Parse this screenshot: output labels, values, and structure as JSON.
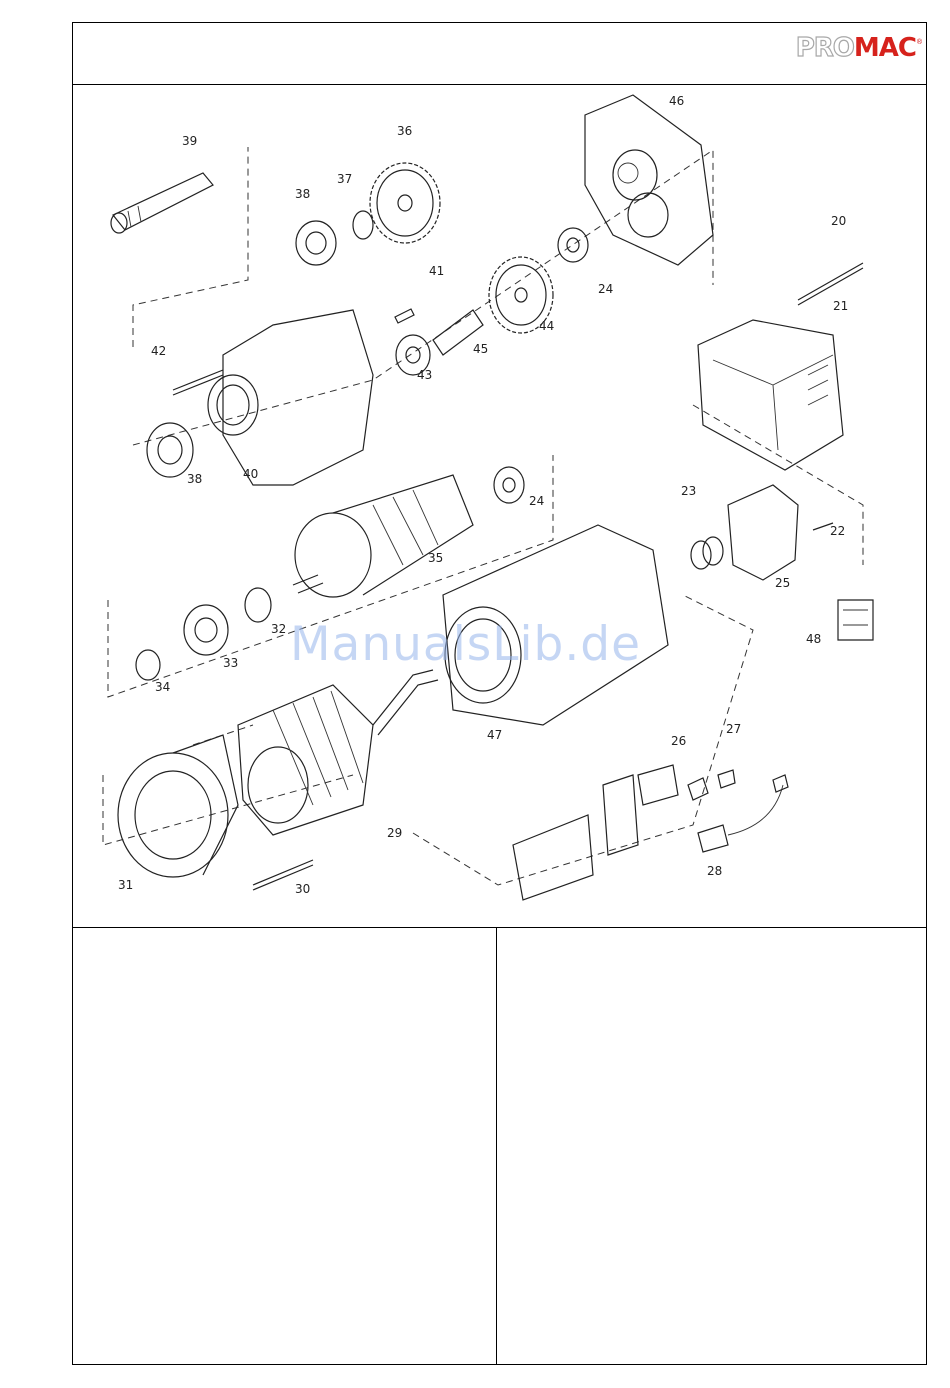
{
  "header": {
    "logo_pro": "PRO",
    "logo_mac": "MAC",
    "logo_reg": "®"
  },
  "diagram": {
    "part_labels": [
      "39",
      "36",
      "37",
      "38",
      "46",
      "41",
      "24",
      "20",
      "21",
      "42",
      "45",
      "43",
      "44",
      "38",
      "40",
      "24",
      "23",
      "22",
      "35",
      "25",
      "32",
      "33",
      "48",
      "34",
      "47",
      "26",
      "27",
      "29",
      "31",
      "30",
      "28"
    ]
  },
  "watermark": "ManualsLib.de",
  "colors": {
    "logo_red": "#d6221c",
    "logo_gray": "#a8a8a8",
    "watermark_blue": "#96b4eb"
  }
}
